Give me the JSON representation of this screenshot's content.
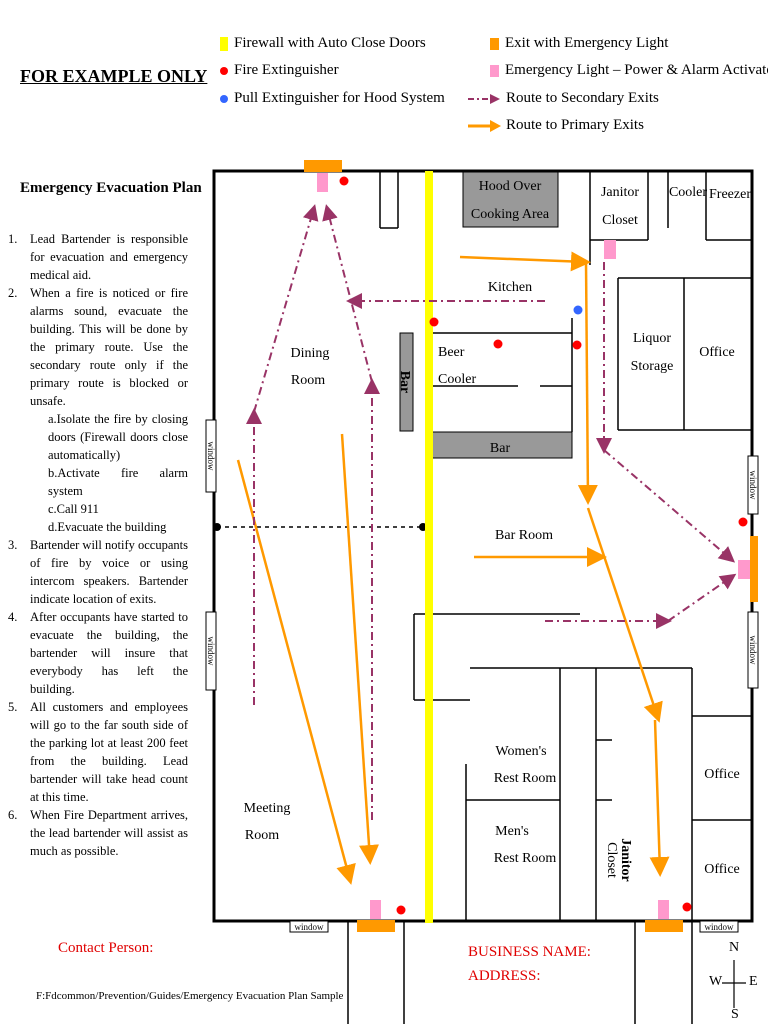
{
  "example_label": "FOR EXAMPLE ONLY",
  "legend": {
    "firewall": "Firewall with Auto Close Doors",
    "extinguisher": "Fire Extinguisher",
    "pull_extinguisher": "Pull Extinguisher for Hood System",
    "exit": "Exit with Emergency Light",
    "emergency_light": "Emergency Light – Power & Alarm Activated",
    "secondary_route": "Route to Secondary Exits",
    "primary_route": "Route to Primary Exits"
  },
  "colors": {
    "firewall": "#ffff00",
    "extinguisher": "#ff0000",
    "pull_extinguisher": "#3366ff",
    "exit": "#ff9900",
    "emergency_light": "#ff99cc",
    "secondary_route": "#993366",
    "primary_route": "#ff9900",
    "gray_block": "#999999",
    "red_text": "#e00000"
  },
  "plan": {
    "title": "Emergency Evacuation Plan",
    "steps": [
      {
        "num": "1.",
        "text": "Lead Bartender is responsible for evacuation and emergency medical aid."
      },
      {
        "num": "2.",
        "text": "When a fire is noticed or fire alarms sound, evacuate the building. This will be done by the primary route. Use the secondary route only if the primary route is blocked or unsafe."
      },
      {
        "num": "",
        "text": "a.Isolate the fire by closing doors (Firewall doors close automatically)"
      },
      {
        "num": "",
        "text": "b.Activate fire alarm system"
      },
      {
        "num": "",
        "text": "c.Call 911"
      },
      {
        "num": "",
        "text": "d.Evacuate the building"
      },
      {
        "num": "3.",
        "text": "Bartender will notify occupants of fire by voice or using intercom speakers. Bartender indicate location of exits."
      },
      {
        "num": "4.",
        "text": "After occupants have started to evacuate the building, the bartender will insure that everybody has left the building."
      },
      {
        "num": "5.",
        "text": "All customers and employees will go to the far south side of the parking lot at least 200 feet from the building. Lead bartender will take head count at this time."
      },
      {
        "num": "6.",
        "text": "When Fire Department arrives, the lead bartender will assist as much as possible."
      }
    ]
  },
  "rooms": {
    "hood": [
      "Hood Over",
      "Cooking Area"
    ],
    "janitor_top": [
      "Janitor",
      "Closet"
    ],
    "cooler": "Cooler",
    "freezer": "Freezer",
    "kitchen": "Kitchen",
    "liquor": [
      "Liquor",
      "Storage"
    ],
    "office_top": "Office",
    "dining": [
      "Dining",
      "Room"
    ],
    "bar_vertical": "Bar",
    "beer_cooler": [
      "Beer",
      "Cooler"
    ],
    "bar": "Bar",
    "bar_room": "Bar Room",
    "womens": [
      "Women's",
      "Rest Room"
    ],
    "mens": [
      "Men's",
      "Rest Room"
    ],
    "janitor_bottom": [
      "Janitor",
      "Closet"
    ],
    "office_mid": "Office",
    "office_bottom": "Office",
    "meeting": [
      "Meeting",
      "Room"
    ],
    "window": "window"
  },
  "contact": "Contact Person:",
  "business": {
    "name": "BUSINESS NAME:",
    "address": "ADDRESS:"
  },
  "file_path": "F:Fdcommon/Prevention/Guides/Emergency Evacuation Plan Sample",
  "compass": {
    "n": "N",
    "s": "S",
    "e": "E",
    "w": "W"
  }
}
